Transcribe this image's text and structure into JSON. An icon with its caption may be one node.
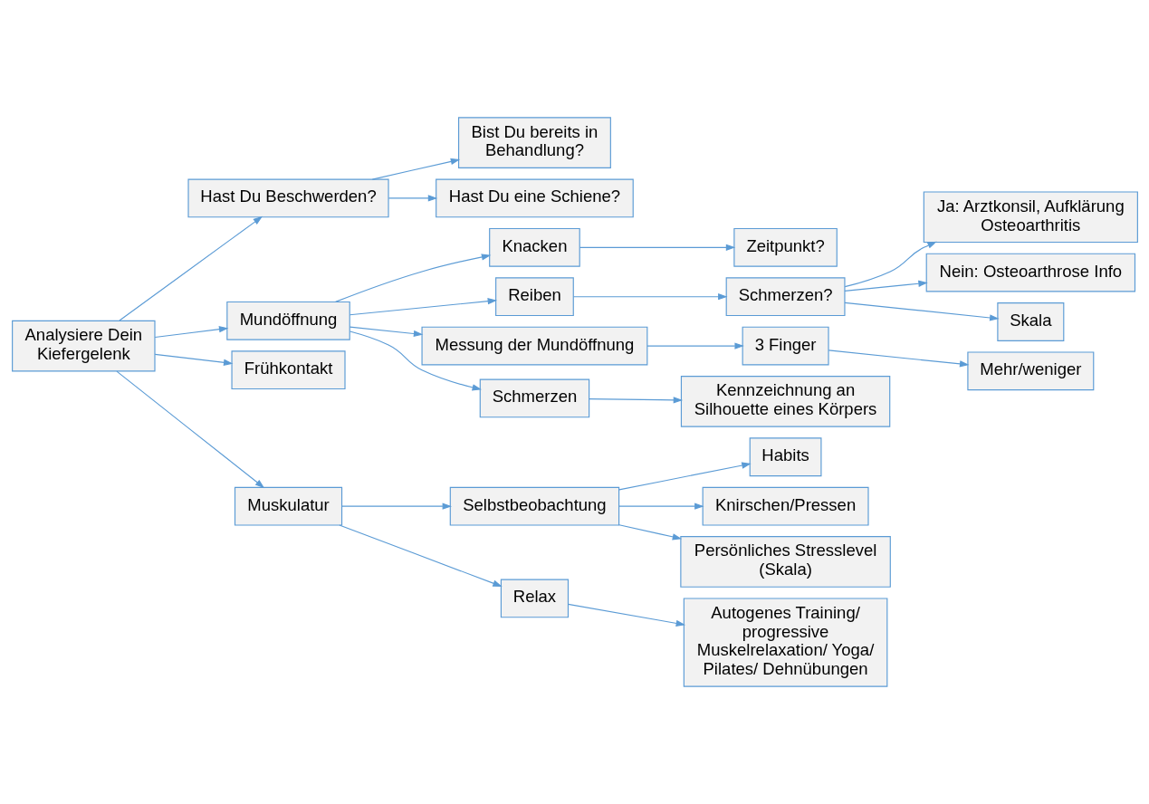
{
  "diagram": {
    "nodes": [
      {
        "text": [
          "Analysiere Dein Kiefergelenk"
        ]
      },
      {
        "text": [
          "Hast Du Beschwerden?"
        ]
      },
      {
        "text": [
          "Bist Du bereits in Behandlung?"
        ]
      },
      {
        "text": [
          "Hast Du eine Schiene?"
        ]
      },
      {
        "text": [
          "Mundöffnung"
        ]
      },
      {
        "text": [
          "Knacken"
        ]
      },
      {
        "text": [
          "Zeitpunkt?"
        ]
      },
      {
        "text": [
          "Reiben"
        ]
      },
      {
        "text": [
          "Schmerzen?"
        ]
      },
      {
        "text": [
          "Ja: Arztkonsil, Aufklärung Osteoarthritis"
        ]
      },
      {
        "text": [
          "Nein: Osteoarthrose Info"
        ]
      },
      {
        "text": [
          "Skala"
        ]
      },
      {
        "text": [
          "Messung der Mundöffnung"
        ]
      },
      {
        "text": [
          "3 Finger"
        ]
      },
      {
        "text": [
          "Mehr/weniger"
        ]
      },
      {
        "text": [
          "Schmerzen"
        ]
      },
      {
        "text": [
          "Kennzeichnung an Silhouette eines Körpers"
        ]
      },
      {
        "text": [
          "Frühkontakt"
        ]
      },
      {
        "text": [
          "Muskulatur"
        ]
      },
      {
        "text": [
          "Selbstbeobachtung"
        ]
      },
      {
        "text": [
          "Habits"
        ]
      },
      {
        "text": [
          "Knirschen/Pressen"
        ]
      },
      {
        "text": [
          "Persönliches Stresslevel (Skala)"
        ]
      },
      {
        "text": [
          "Relax"
        ]
      },
      {
        "text": [
          "Autogenes Training/ progressive Muskelrelaxation/ Yoga/ Pilates/ Dehnübungen"
        ]
      }
    ],
    "edges": [
      {
        "from": 0,
        "to": 1,
        "arrow": "to"
      },
      {
        "from": 1,
        "to": 2,
        "arrow": "to"
      },
      {
        "from": 1,
        "to": 3,
        "arrow": "to"
      },
      {
        "from": 0,
        "to": 4,
        "arrow": "to"
      },
      {
        "from": 4,
        "to": 5,
        "arrow": "to"
      },
      {
        "from": 4,
        "to": 7,
        "arrow": "to"
      },
      {
        "from": 4,
        "to": 12,
        "arrow": "to"
      },
      {
        "from": 4,
        "to": 15,
        "arrow": "to"
      },
      {
        "from": 5,
        "to": 6,
        "arrow": "to"
      },
      {
        "from": 7,
        "to": 8,
        "arrow": "to"
      },
      {
        "from": 8,
        "to": 9,
        "arrow": "to"
      },
      {
        "from": 8,
        "to": 10,
        "arrow": "to"
      },
      {
        "from": 8,
        "to": 11,
        "arrow": "to"
      },
      {
        "from": 12,
        "to": 13,
        "arrow": "to"
      },
      {
        "from": 13,
        "to": 14,
        "arrow": "to"
      },
      {
        "from": 15,
        "to": 16,
        "arrow": "to"
      },
      {
        "from": 0,
        "to": 17,
        "arrow": "to"
      },
      {
        "from": 0,
        "to": 18,
        "arrow": "to"
      },
      {
        "from": 18,
        "to": 19,
        "arrow": "to"
      },
      {
        "from": 19,
        "to": 20,
        "arrow": "to"
      },
      {
        "from": 19,
        "to": 21,
        "arrow": "to"
      },
      {
        "from": 19,
        "to": 22,
        "arrow": "to"
      },
      {
        "from": 18,
        "to": 23,
        "arrow": "to"
      },
      {
        "from": 23,
        "to": 24,
        "arrow": "to"
      }
    ]
  }
}
